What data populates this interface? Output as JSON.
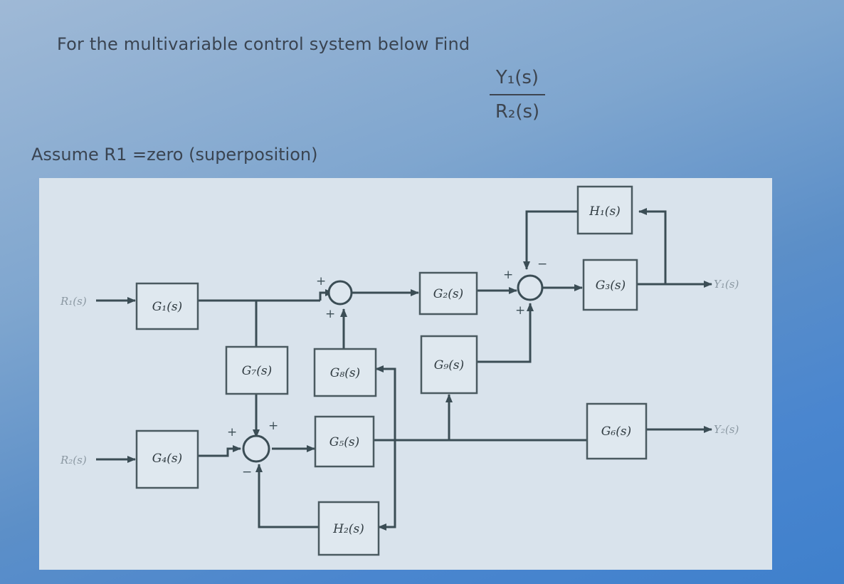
{
  "question": {
    "text": "For the multivariable control system below Find",
    "fraction_numerator": "Y₁(s)",
    "fraction_denominator": "R₂(s)"
  },
  "assumption": "Assume R1  =zero (superposition)",
  "diagram": {
    "inputs": {
      "r1": "R₁(s)",
      "r2": "R₂(s)"
    },
    "outputs": {
      "y1": "Y₁(s)",
      "y2": "Y₂(s)"
    },
    "blocks": {
      "g1": "G₁(s)",
      "g2": "G₂(s)",
      "g3": "G₃(s)",
      "g4": "G₄(s)",
      "g5": "G₅(s)",
      "g6": "G₆(s)",
      "g7": "G₇(s)",
      "g8": "G₈(s)",
      "g9": "G₉(s)",
      "h1": "H₁(s)",
      "h2": "H₂(s)"
    },
    "signs": {
      "s1_left": "+",
      "s1_bottom": "+",
      "s2_left": "+",
      "s2_top": "−",
      "s2_bottom": "+",
      "s3_left": "+",
      "s3_top": "+",
      "s3_bottom": "−"
    }
  }
}
